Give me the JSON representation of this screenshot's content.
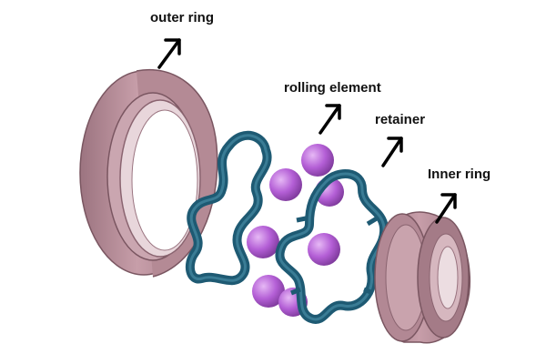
{
  "labels": {
    "outer_ring": "outer ring",
    "rolling_element": "rolling element",
    "retainer": "retainer",
    "inner_ring": "Inner ring"
  },
  "colors": {
    "ring_fill": "#b98d98",
    "ring_dark": "#8a6470",
    "ring_light": "#d8b6bf",
    "retainer": "#1e5a73",
    "retainer_dark": "#123d50",
    "ball": "#b45fd6",
    "ball_light": "#dba2ef",
    "arrow": "#000000"
  },
  "icons": {
    "label_pointer": "arrow-up-right-icon"
  }
}
